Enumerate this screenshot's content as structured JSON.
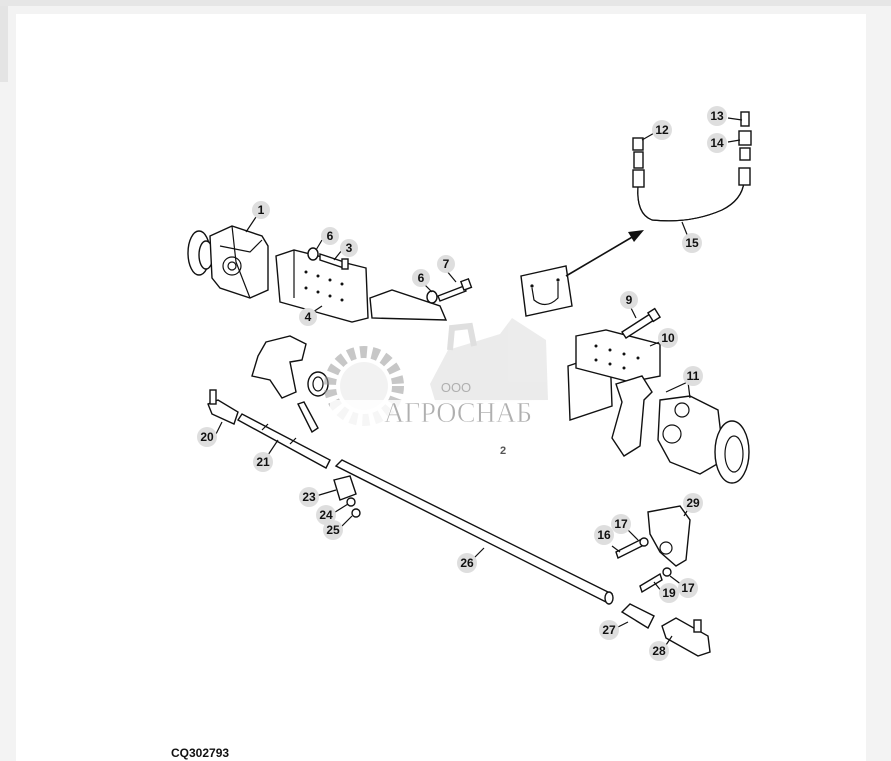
{
  "figure_code": "CQ302793",
  "watermark": {
    "company_prefix": "ООО",
    "company_name": "АГРОСНАБ"
  },
  "callouts": [
    {
      "id": "c1",
      "label": "1"
    },
    {
      "id": "c2",
      "label": "2"
    },
    {
      "id": "c3",
      "label": "3"
    },
    {
      "id": "c4",
      "label": "4"
    },
    {
      "id": "c5",
      "label": "6"
    },
    {
      "id": "c6",
      "label": "6"
    },
    {
      "id": "c7",
      "label": "7"
    },
    {
      "id": "c8",
      "label": "9"
    },
    {
      "id": "c9",
      "label": "10"
    },
    {
      "id": "c10",
      "label": "11"
    },
    {
      "id": "c11",
      "label": "12"
    },
    {
      "id": "c12",
      "label": "13"
    },
    {
      "id": "c13",
      "label": "14"
    },
    {
      "id": "c14",
      "label": "15"
    },
    {
      "id": "c15",
      "label": "16"
    },
    {
      "id": "c16",
      "label": "17"
    },
    {
      "id": "c17",
      "label": "17"
    },
    {
      "id": "c18",
      "label": "19"
    },
    {
      "id": "c19",
      "label": "20"
    },
    {
      "id": "c20",
      "label": "21"
    },
    {
      "id": "c21",
      "label": "23"
    },
    {
      "id": "c22",
      "label": "24"
    },
    {
      "id": "c23",
      "label": "25"
    },
    {
      "id": "c24",
      "label": "26"
    },
    {
      "id": "c25",
      "label": "27"
    },
    {
      "id": "c26",
      "label": "28"
    },
    {
      "id": "c27",
      "label": "29"
    }
  ]
}
